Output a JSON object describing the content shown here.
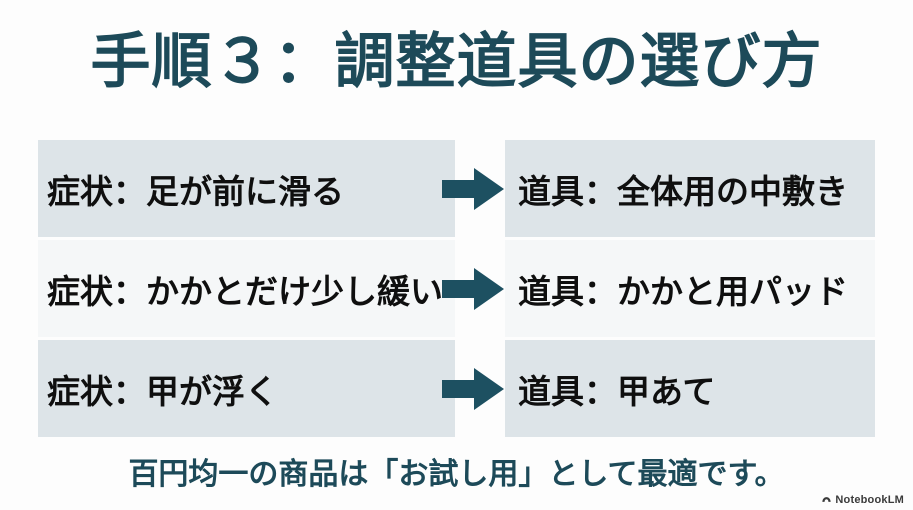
{
  "slide": {
    "title": "手順３：調整道具の選び方",
    "rows": [
      {
        "symptom": "症状：足が前に滑る",
        "tool": "道具：全体用の中敷き"
      },
      {
        "symptom": "症状：かかとだけ少し緩い",
        "tool": "道具：かかと用パッド"
      },
      {
        "symptom": "症状：甲が浮く",
        "tool": "道具：甲あて"
      }
    ],
    "note": "百円均一の商品は「お試し用」として最適です。",
    "watermark": "NotebookLM",
    "icons": {
      "arrow": "arrow-right-icon",
      "logo": "notebooklm-logo-icon"
    },
    "colors": {
      "title_text": "#1d4a59",
      "note_text": "#1d4a59",
      "arrow_fill": "#1d5061",
      "row_bg": "#dde4e8",
      "row_bg_alt": "#f5f7f8",
      "body_text": "#0f0f0f",
      "watermark_text": "#3b3b3b",
      "background": "#fdfdfd"
    }
  }
}
